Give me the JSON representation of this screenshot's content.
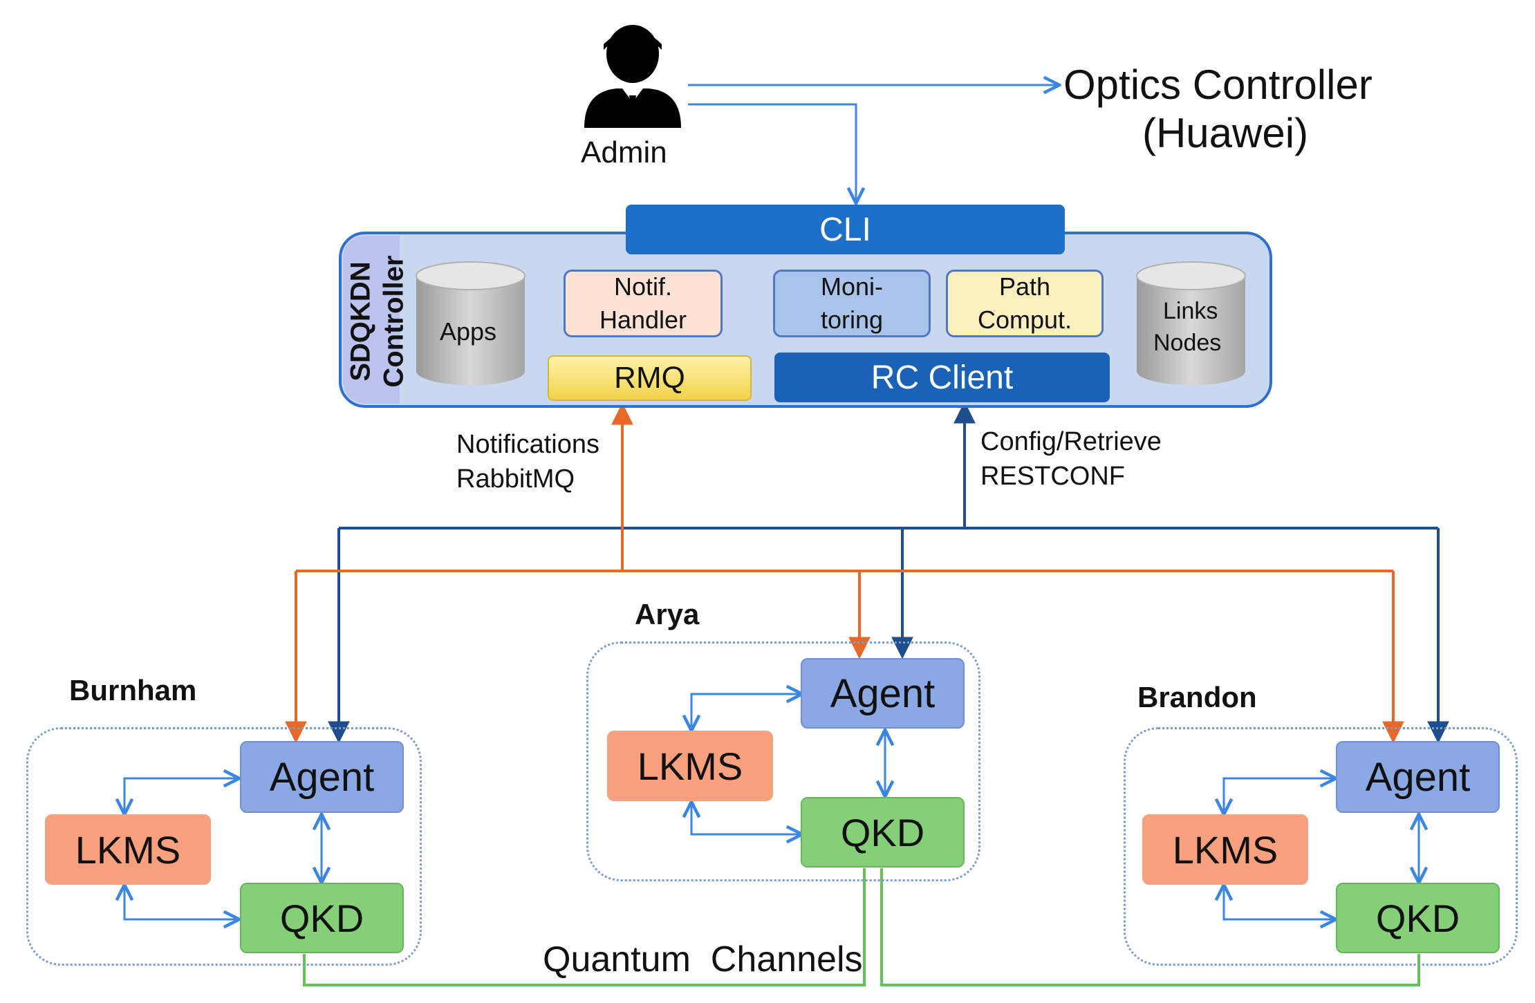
{
  "admin": {
    "label": "Admin"
  },
  "optics": {
    "line1": "Optics Controller",
    "line2": "(Huawei)"
  },
  "controller": {
    "label_line1": "SDQKDN",
    "label_line2": "Controller",
    "cli": "CLI",
    "apps": "Apps",
    "notif_handler": [
      "Notif.",
      "Handler"
    ],
    "monitoring": [
      "Moni-",
      "toring"
    ],
    "path_comput": [
      "Path",
      "Comput."
    ],
    "links_nodes": [
      "Links",
      "Nodes"
    ],
    "rmq": "RMQ",
    "rc_client": "RC Client"
  },
  "interfaces": {
    "notifications": [
      "Notifications",
      "RabbitMQ"
    ],
    "config": [
      "Config/Retrieve",
      "RESTCONF"
    ]
  },
  "nodes": [
    {
      "name": "Burnham",
      "agent": "Agent",
      "lkms": "LKMS",
      "qkd": "QKD"
    },
    {
      "name": "Arya",
      "agent": "Agent",
      "lkms": "LKMS",
      "qkd": "QKD"
    },
    {
      "name": "Brandon",
      "agent": "Agent",
      "lkms": "LKMS",
      "qkd": "QKD"
    }
  ],
  "quantum_channels": "Quantum  Channels",
  "colors": {
    "admin_link": "#3a86e0",
    "notifications": "#e8682a",
    "restconf": "#1f4e8c",
    "quantum_channel": "#63c25a",
    "cli_fill": "#1e6fc8",
    "agent_fill": "#8aa8e4",
    "lkms_fill": "#f9a07e",
    "qkd_fill": "#86cf79"
  }
}
